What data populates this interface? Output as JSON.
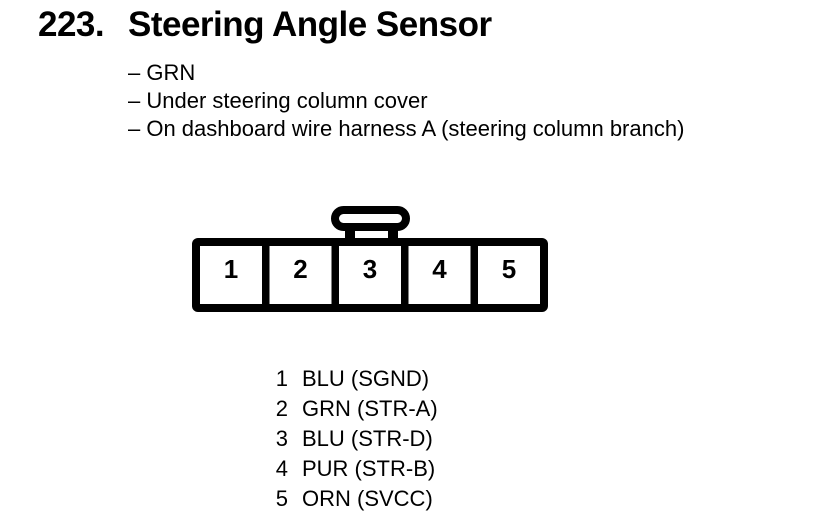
{
  "page": {
    "section_number": "223.",
    "section_title": "Steering Angle Sensor",
    "notes": [
      "– GRN",
      "– Under steering column cover",
      "– On dashboard wire harness A (steering column branch)"
    ]
  },
  "connector": {
    "type": "5-pin connector, front view, latch tab above pin 3",
    "colors": {
      "line": "#000000",
      "background": "#ffffff"
    },
    "pins": [
      {
        "num": "1",
        "label": "BLU (SGND)"
      },
      {
        "num": "2",
        "label": "GRN (STR-A)"
      },
      {
        "num": "3",
        "label": "BLU (STR-D)"
      },
      {
        "num": "4",
        "label": "PUR (STR-B)"
      },
      {
        "num": "5",
        "label": "ORN (SVCC)"
      }
    ]
  }
}
